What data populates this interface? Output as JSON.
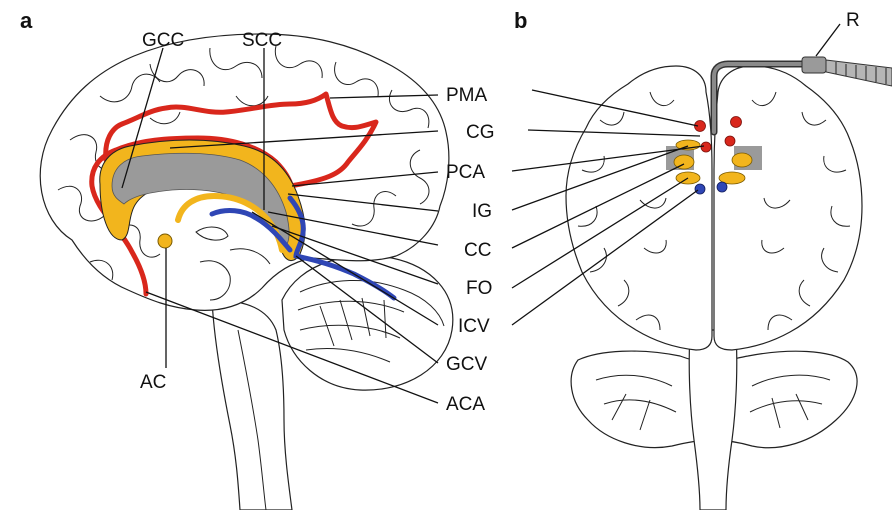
{
  "panels": {
    "a": "a",
    "b": "b"
  },
  "labels": {
    "gcc": "GCC",
    "scc": "SCC",
    "ac": "AC",
    "r": "R",
    "pma": "PMA",
    "cg": "CG",
    "pca": "PCA",
    "ig": "IG",
    "cc": "CC",
    "fo": "FO",
    "icv": "ICV",
    "gcv": "GCV",
    "aca": "ACA"
  },
  "colors": {
    "artery": "#d9271c",
    "corpus_callosum": "#f2b51d",
    "vein": "#2f46b5",
    "grey_matter": "#9a9a9a",
    "probe": "#8a8a8a"
  }
}
